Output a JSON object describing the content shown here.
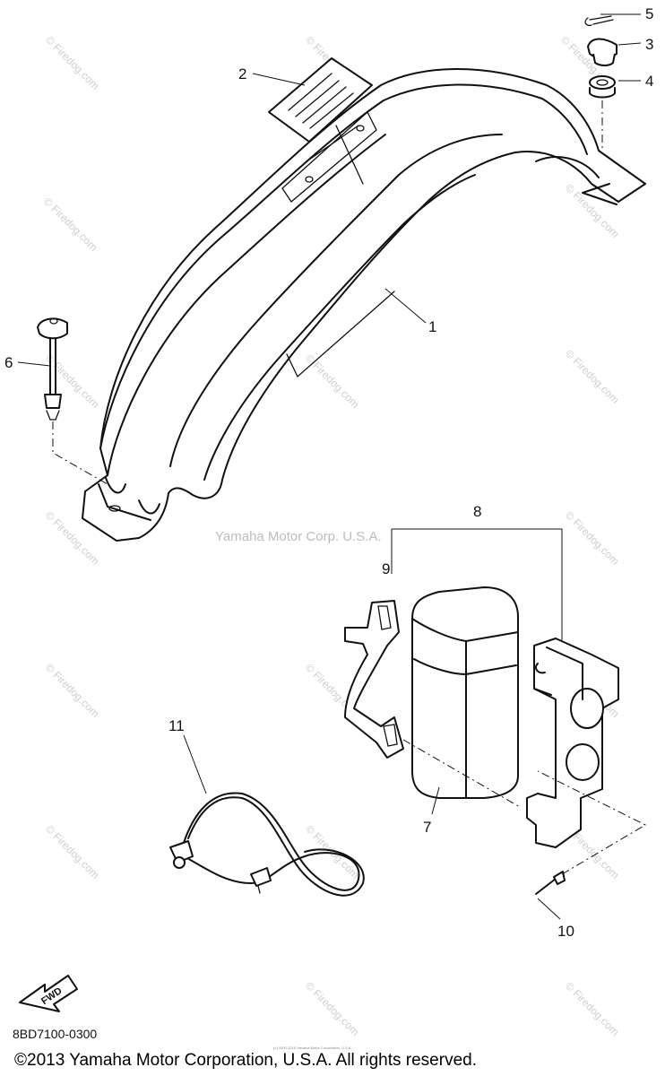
{
  "diagram": {
    "watermark_corp": "Yamaha Motor Corp. U.S.A.",
    "watermark_site": "© Firedog.com",
    "drawing_number": "8BD7100-0300",
    "fwd_label": "FWD",
    "copyright": "©2013 Yamaha Motor Corporation, U.S.A. All rights reserved.",
    "fine_print": "(c) 2000-2016 Yamaha Motor Corporation, U.S.A.",
    "callouts": [
      {
        "id": "1",
        "label": "1"
      },
      {
        "id": "2",
        "label": "2"
      },
      {
        "id": "3",
        "label": "3"
      },
      {
        "id": "4",
        "label": "4"
      },
      {
        "id": "5",
        "label": "5"
      },
      {
        "id": "6",
        "label": "6"
      },
      {
        "id": "7",
        "label": "7"
      },
      {
        "id": "8",
        "label": "8"
      },
      {
        "id": "9",
        "label": "9"
      },
      {
        "id": "10",
        "label": "10"
      },
      {
        "id": "11",
        "label": "11"
      }
    ]
  }
}
